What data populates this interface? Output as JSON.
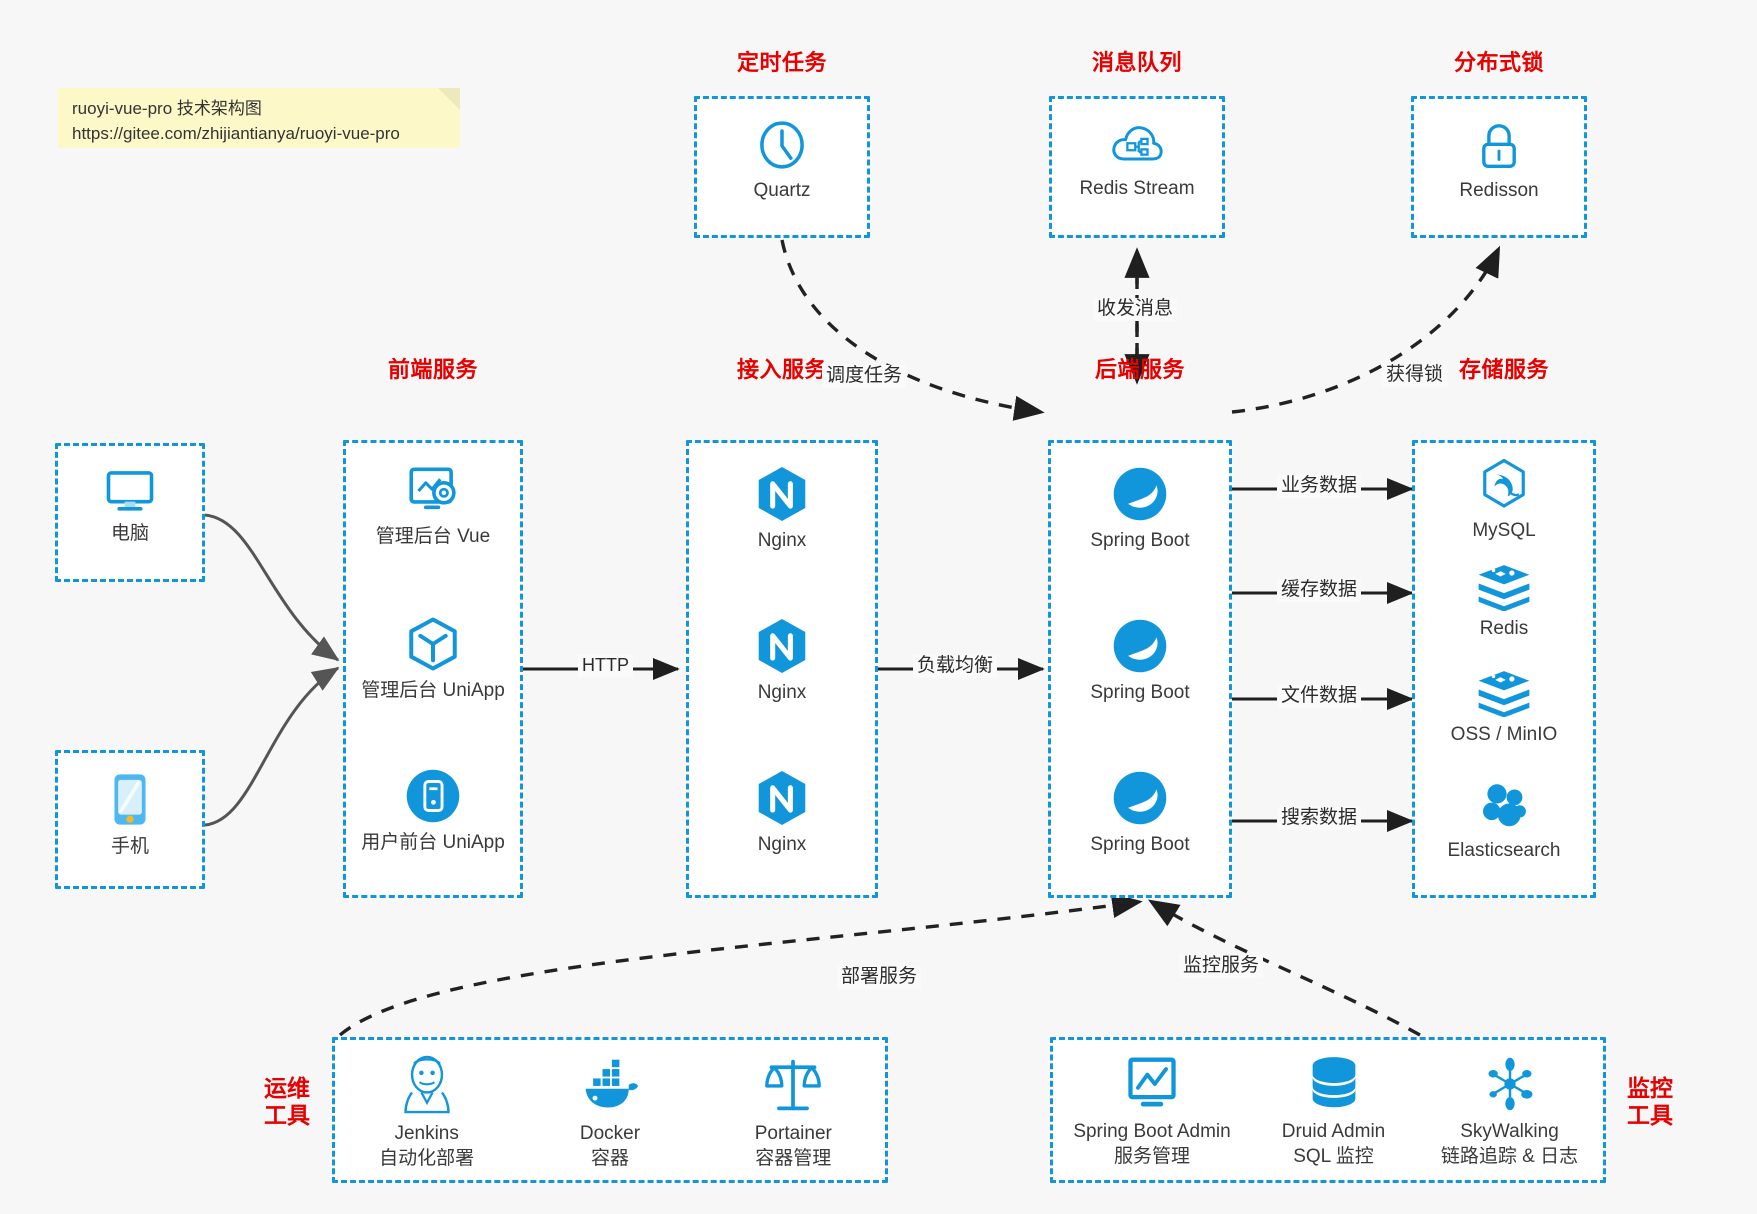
{
  "note": {
    "line1": "ruoyi-vue-pro 技术架构图",
    "line2": "https://gitee.com/zhijiantianya/ruoyi-vue-pro"
  },
  "colors": {
    "accent_blue": "#1296db",
    "title_red": "#e60000",
    "background": "#f7f7f7",
    "box_fill": "#ffffff",
    "arrow_gray": "#555555",
    "arrow_black": "#1f1f1f"
  },
  "groups": {
    "scheduler": {
      "title": "定时任务",
      "items": [
        {
          "label": "Quartz",
          "icon": "clock-icon"
        }
      ]
    },
    "message_queue": {
      "title": "消息队列",
      "items": [
        {
          "label": "Redis Stream",
          "icon": "cloud-stream-icon"
        }
      ]
    },
    "distributed_lock": {
      "title": "分布式锁",
      "items": [
        {
          "label": "Redisson",
          "icon": "lock-icon"
        }
      ]
    },
    "clients": {
      "items": [
        {
          "label": "电脑",
          "icon": "desktop-monitor-icon"
        },
        {
          "label": "手机",
          "icon": "mobile-phone-icon"
        }
      ]
    },
    "frontend": {
      "title": "前端服务",
      "items": [
        {
          "label": "管理后台 Vue",
          "icon": "dashboard-gear-icon"
        },
        {
          "label": "管理后台 UniApp",
          "icon": "cube-icon"
        },
        {
          "label": "用户前台 UniApp",
          "icon": "mobile-app-icon"
        }
      ]
    },
    "gateway": {
      "title": "接入服务",
      "items": [
        {
          "label": "Nginx",
          "icon": "nginx-icon"
        },
        {
          "label": "Nginx",
          "icon": "nginx-icon"
        },
        {
          "label": "Nginx",
          "icon": "nginx-icon"
        }
      ]
    },
    "backend": {
      "title": "后端服务",
      "items": [
        {
          "label": "Spring Boot",
          "icon": "spring-boot-icon"
        },
        {
          "label": "Spring Boot",
          "icon": "spring-boot-icon"
        },
        {
          "label": "Spring Boot",
          "icon": "spring-boot-icon"
        }
      ]
    },
    "storage": {
      "title": "存储服务",
      "items": [
        {
          "label": "MySQL",
          "icon": "mysql-dolphin-icon"
        },
        {
          "label": "Redis",
          "icon": "redis-stack-icon"
        },
        {
          "label": "OSS / MinIO",
          "icon": "object-storage-icon"
        },
        {
          "label": "Elasticsearch",
          "icon": "elasticsearch-icon"
        }
      ]
    },
    "devops": {
      "title": "运维\n工具",
      "items": [
        {
          "name": "Jenkins",
          "desc": "自动化部署",
          "icon": "jenkins-butler-icon"
        },
        {
          "name": "Docker",
          "desc": "容器",
          "icon": "docker-whale-icon"
        },
        {
          "name": "Portainer",
          "desc": "容器管理",
          "icon": "scales-balance-icon"
        }
      ]
    },
    "monitoring": {
      "title": "监控\n工具",
      "items": [
        {
          "name": "Spring Boot Admin",
          "desc": "服务管理",
          "icon": "monitor-chart-icon"
        },
        {
          "name": "Druid Admin",
          "desc": "SQL 监控",
          "icon": "database-cylinder-icon"
        },
        {
          "name": "SkyWalking",
          "desc": "链路追踪 & 日志",
          "icon": "network-nodes-icon"
        }
      ]
    }
  },
  "edges": {
    "schedule_task": "调度任务",
    "send_receive_message": "收发消息",
    "acquire_lock": "获得锁",
    "http": "HTTP",
    "load_balance": "负载均衡",
    "business_data": "业务数据",
    "cache_data": "缓存数据",
    "file_data": "文件数据",
    "search_data": "搜索数据",
    "deploy_service": "部署服务",
    "monitor_service": "监控服务"
  }
}
